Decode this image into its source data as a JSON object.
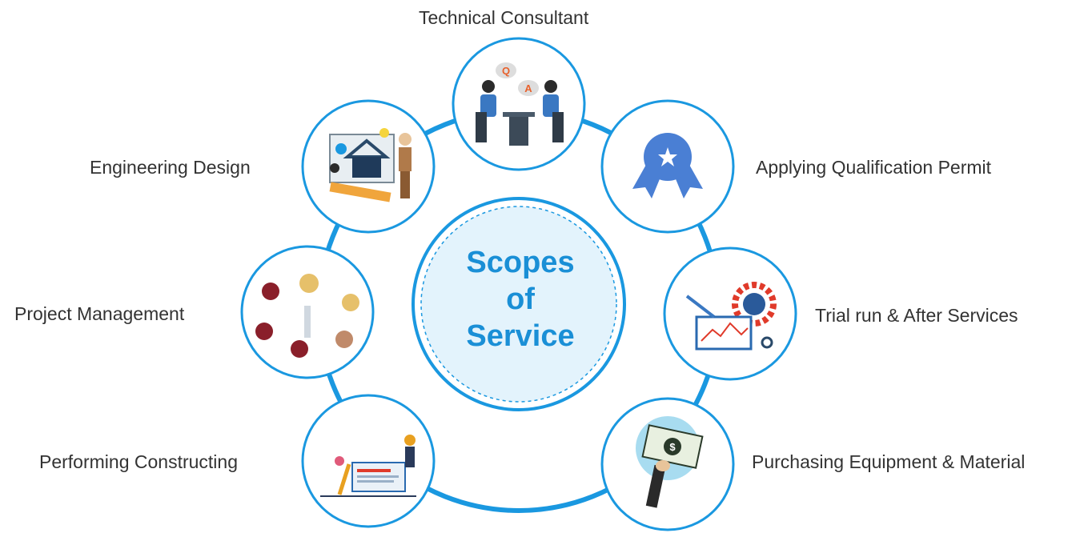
{
  "center": {
    "line1": "Scopes",
    "line2": "of",
    "line3": "Service"
  },
  "services": {
    "technical_consultant": "Technical Consultant",
    "engineering_design": "Engineering Design",
    "applying_permit": "Applying Qualification Permit",
    "project_management": "Project Management",
    "trial_run": "Trial run & After Services",
    "performing_constructing": "Performing Constructing",
    "purchasing": "Purchasing Equipment & Material"
  },
  "icon_text": {
    "q": "Q",
    "a": "A"
  },
  "colors": {
    "ring": "#1a98e0",
    "accent": "#1a8fd6",
    "center_fill": "#e3f3fc",
    "text": "#333333"
  }
}
